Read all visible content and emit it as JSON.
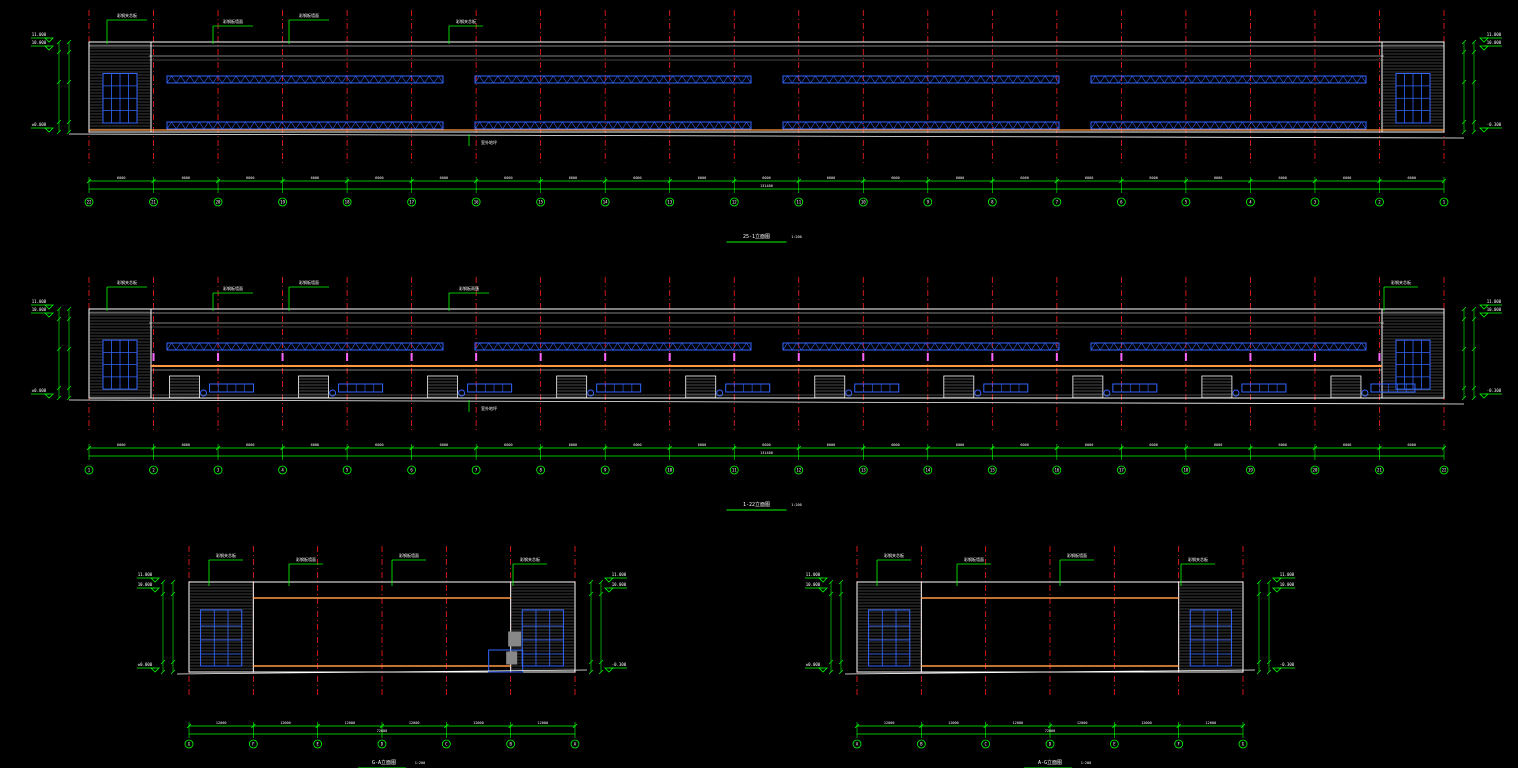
{
  "colors": {
    "background": "#000000",
    "grid_axis": "#ff2020",
    "outline": "#ffffff",
    "glazing": "#3366ff",
    "dimension": "#00ff00",
    "pink_marker": "#ff66ff",
    "hatch": "#ff9944"
  },
  "elevations": [
    {
      "id": "top",
      "title": "25-1立面图",
      "scale": "1:200",
      "axis_labels": [
        "22",
        "21",
        "20",
        "19",
        "18",
        "17",
        "16",
        "15",
        "14",
        "13",
        "12",
        "11",
        "10",
        "9",
        "8",
        "7",
        "6",
        "5",
        "4",
        "3",
        "2",
        "1"
      ],
      "overall_dim": "131400",
      "bay_dims": [
        "6000",
        "6000",
        "6000",
        "6000",
        "6000",
        "6000",
        "6000",
        "6000",
        "6000",
        "6000",
        "6000",
        "6000",
        "6000",
        "6000",
        "6000",
        "6000",
        "6000",
        "6000",
        "6000",
        "6000",
        "6000"
      ],
      "callouts": [
        "彩钢夹芯板",
        "彩钢板墙面",
        "彩钢板墙面",
        "彩钢夹芯板"
      ],
      "level_left": [
        "11.000",
        "10.000",
        "±0.000"
      ],
      "level_right": [
        "11.000",
        "10.000",
        "-0.300"
      ],
      "bottom_note": "室外地坪"
    },
    {
      "id": "middle",
      "title": "1-22立面图",
      "scale": "1:200",
      "axis_labels": [
        "1",
        "2",
        "3",
        "4",
        "5",
        "6",
        "7",
        "8",
        "9",
        "10",
        "11",
        "12",
        "13",
        "14",
        "15",
        "16",
        "17",
        "18",
        "19",
        "20",
        "21",
        "22"
      ],
      "overall_dim": "131400",
      "bay_dims": [
        "6000",
        "6000",
        "6000",
        "6000",
        "6000",
        "6000",
        "6000",
        "6000",
        "6000",
        "6000",
        "6000",
        "6000",
        "6000",
        "6000",
        "6000",
        "6000",
        "6000",
        "6000",
        "6000",
        "6000",
        "6000"
      ],
      "callouts": [
        "彩钢夹芯板",
        "彩钢板墙面",
        "彩钢板墙面",
        "彩钢板雨篷",
        "彩钢夹芯板"
      ],
      "level_left": [
        "11.000",
        "10.000",
        "±0.000"
      ],
      "level_right": [
        "11.000",
        "10.000",
        "-0.300"
      ],
      "bottom_note": "室外地坪"
    },
    {
      "id": "bottom-left",
      "title": "G-A立面图",
      "scale": "1:200",
      "axis_labels": [
        "G",
        "F",
        "E",
        "D",
        "C",
        "B",
        "A"
      ],
      "overall_dim": "72000",
      "bay_dims": [
        "12000",
        "12000",
        "12000",
        "12000",
        "12000",
        "12000"
      ],
      "callouts": [
        "彩钢夹芯板",
        "彩钢板墙面",
        "彩钢板墙面",
        "彩钢夹芯板"
      ],
      "level_left": [
        "11.000",
        "10.000",
        "±0.000"
      ],
      "level_right": [
        "11.000",
        "10.000",
        "-0.300"
      ],
      "bottom_note": ""
    },
    {
      "id": "bottom-right",
      "title": "A-G立面图",
      "scale": "1:200",
      "axis_labels": [
        "A",
        "B",
        "C",
        "D",
        "E",
        "F",
        "G"
      ],
      "overall_dim": "72000",
      "bay_dims": [
        "12000",
        "12000",
        "12000",
        "12000",
        "12000",
        "12000"
      ],
      "callouts": [
        "彩钢夹芯板",
        "彩钢板墙面",
        "彩钢板墙面",
        "彩钢夹芯板"
      ],
      "level_left": [
        "11.000",
        "10.000",
        "±0.000"
      ],
      "level_right": [
        "11.000",
        "10.000",
        "-0.300"
      ],
      "bottom_note": ""
    }
  ]
}
